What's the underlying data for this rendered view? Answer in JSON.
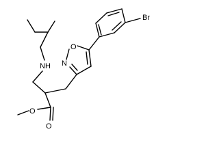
{
  "molecule": {
    "atom_labels": {
      "bromine": "Br",
      "nitrogen_amine": "NH",
      "nitrogen_ring": "N",
      "oxygen_ring": "O",
      "oxygen_ester_single": "O",
      "oxygen_ester_double": "O"
    }
  }
}
